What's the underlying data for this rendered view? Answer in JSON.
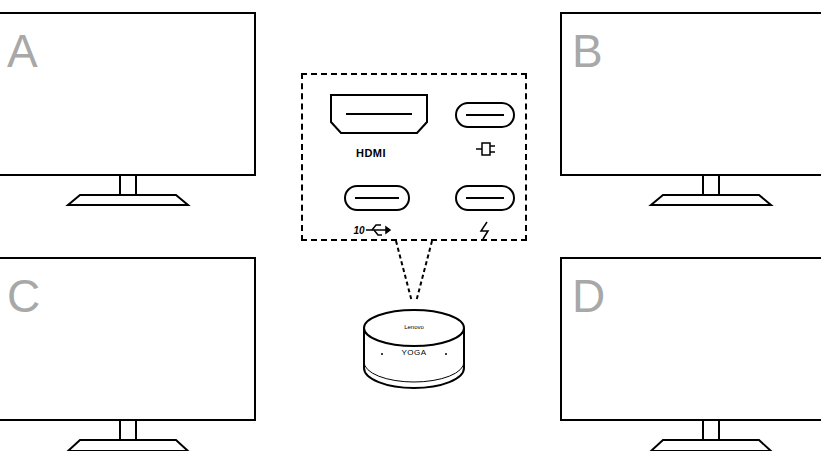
{
  "diagram": {
    "nodes": [
      {
        "text": [
          "A"
        ]
      },
      {
        "text": [
          "HDMI",
          "10"
        ]
      },
      {
        "text": [
          "B"
        ]
      },
      {
        "text": [
          "C"
        ]
      },
      {
        "text": [
          "Lenovo",
          "YOGA"
        ]
      },
      {
        "text": [
          "D"
        ]
      }
    ]
  }
}
